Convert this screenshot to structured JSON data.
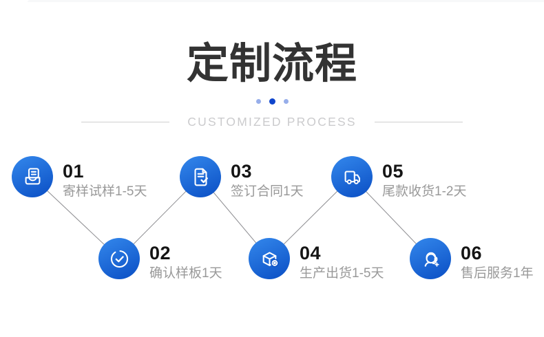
{
  "page": {
    "title": "定制流程",
    "subtitle": "CUSTOMIZED PROCESS"
  },
  "steps": [
    {
      "number": "01",
      "label": "寄样试样1-5天",
      "icon": "sample-inbox-icon"
    },
    {
      "number": "02",
      "label": "确认样板1天",
      "icon": "confirm-check-circle-icon"
    },
    {
      "number": "03",
      "label": "签订合同1天",
      "icon": "contract-document-check-icon"
    },
    {
      "number": "04",
      "label": "生产出货1-5天",
      "icon": "production-box-gear-icon"
    },
    {
      "number": "05",
      "label": "尾款收货1-2天",
      "icon": "delivery-truck-icon"
    },
    {
      "number": "06",
      "label": "售后服务1年",
      "icon": "after-sales-headset-icon"
    }
  ],
  "colors": {
    "title_color": "#333333",
    "subtitle_color": "#cbcbcd",
    "number_color": "#151515",
    "label_color": "#999999",
    "line_color": "#8f8f93",
    "soft_line": "#cfcfcf",
    "circle_grad_start": "#3488ec",
    "circle_grad_end": "#0a4ec4",
    "dot_light": "#97aeea",
    "dot_dark": "#0f45cc"
  }
}
